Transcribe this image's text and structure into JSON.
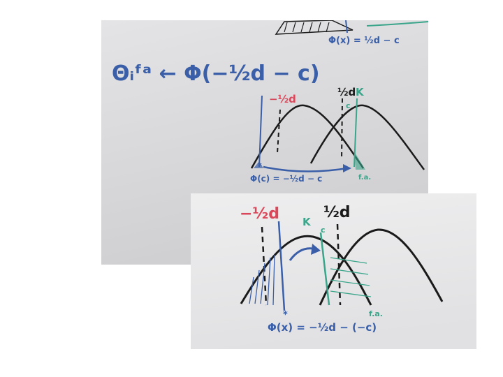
{
  "photo_top": {
    "formula_main": "Θᵢᶠᵃ ← Φ(−½d − c)",
    "top_edge_formula": "Φ(x) = ½d − c",
    "label_neg_half_d": "−½d",
    "label_half_d": "½d",
    "label_k": "K",
    "label_c": "c",
    "label_bottom_formula": "Φ(c) = −½d − c",
    "label_fa": "f.a."
  },
  "photo_bottom": {
    "label_neg_half_d": "−½d",
    "label_k": "K",
    "label_c": "c",
    "label_half_d": "½d",
    "label_formula": "Φ(x) = −½d − (−c)",
    "label_fa": "f.a."
  },
  "colors": {
    "board_top": "#dcdcdc",
    "board_bottom": "#e8e8e8",
    "ink_black": "#1a1a1a",
    "ink_blue": "#3a5fa8",
    "ink_red": "#d9485a",
    "ink_green": "#3aa58a"
  }
}
